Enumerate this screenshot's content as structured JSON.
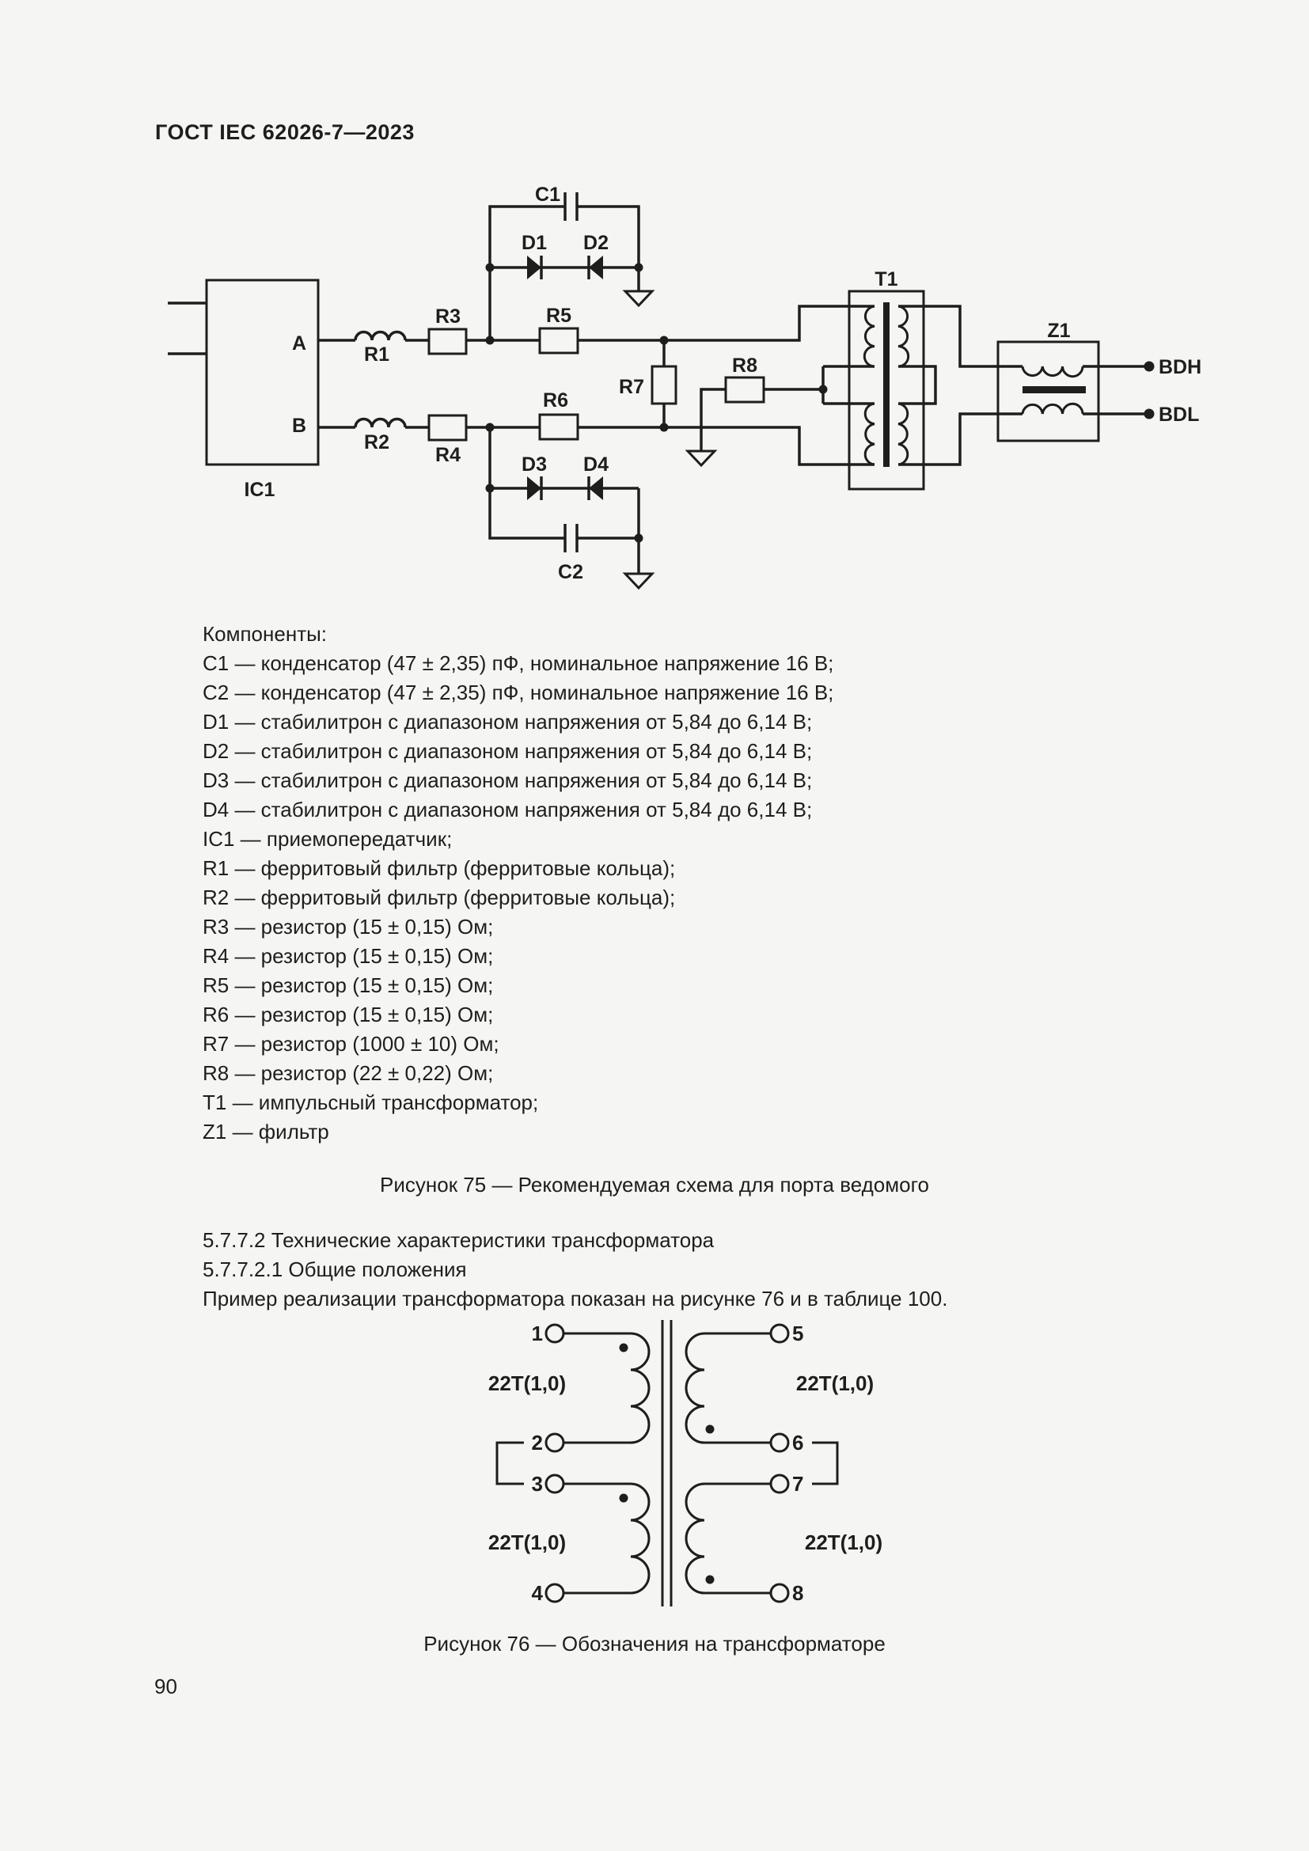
{
  "page": {
    "header": "ГОСТ IEC 62026-7—2023",
    "number": "90"
  },
  "figure75": {
    "caption": "Рисунок 75 — Рекомендуемая схема для порта ведомого",
    "labels": {
      "ic1": "IC1",
      "a": "A",
      "b": "B",
      "r1": "R1",
      "r2": "R2",
      "r3": "R3",
      "r4": "R4",
      "r5": "R5",
      "r6": "R6",
      "r7": "R7",
      "r8": "R8",
      "c1": "C1",
      "c2": "C2",
      "d1": "D1",
      "d2": "D2",
      "d3": "D3",
      "d4": "D4",
      "t1": "T1",
      "z1": "Z1",
      "bdh": "BDH",
      "bdl": "BDL"
    }
  },
  "components": {
    "title": "Компоненты:",
    "items": [
      "C1 — конденсатор (47 ± 2,35) пФ, номинальное напряжение 16 В;",
      "C2 — конденсатор (47 ± 2,35) пФ, номинальное напряжение 16 В;",
      "D1 — стабилитрон с диапазоном напряжения от 5,84 до 6,14 В;",
      "D2 — стабилитрон с диапазоном напряжения от 5,84 до 6,14 В;",
      "D3 — стабилитрон с диапазоном напряжения от 5,84 до 6,14 В;",
      "D4 — стабилитрон с диапазоном напряжения от 5,84 до 6,14 В;",
      "IC1 — приемопередатчик;",
      "R1 — ферритовый фильтр (ферритовые кольца);",
      "R2 — ферритовый фильтр (ферритовые кольца);",
      "R3 — резистор (15 ± 0,15) Ом;",
      "R4 — резистор (15 ± 0,15) Ом;",
      "R5 — резистор (15 ± 0,15) Ом;",
      "R6 — резистор (15 ± 0,15) Ом;",
      "R7 — резистор (1000 ± 10) Ом;",
      "R8 — резистор (22 ± 0,22) Ом;",
      "T1 — импульсный трансформатор;",
      "Z1 — фильтр"
    ]
  },
  "sections": {
    "heading1": "5.7.7.2 Технические характеристики трансформатора",
    "heading2": "5.7.7.2.1 Общие положения",
    "paragraph": "Пример реализации трансформатора показан на рисунке 76 и в таблице 100."
  },
  "figure76": {
    "caption": "Рисунок 76 — Обозначения на трансформаторе",
    "pins": {
      "p1": "1",
      "p2": "2",
      "p3": "3",
      "p4": "4",
      "p5": "5",
      "p6": "6",
      "p7": "7",
      "p8": "8"
    },
    "windings": {
      "top_left": "22T(1,0)",
      "top_right": "22T(1,0)",
      "bottom_left": "22T(1,0)",
      "bottom_right": "22T(1,0)"
    }
  }
}
